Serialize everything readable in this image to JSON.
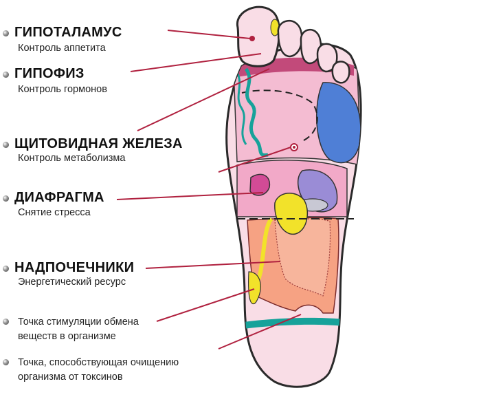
{
  "labels": [
    {
      "title": "ГИПОТАЛАМУС",
      "subtitle": "Контроль аппетита"
    },
    {
      "title": "ГИПОФИЗ",
      "subtitle": "Контроль гормонов"
    },
    {
      "title": "ЩИТОВИДНАЯ ЖЕЛЕЗА",
      "subtitle": "Контроль метаболизма"
    },
    {
      "title": "ДИАФРАГМА",
      "subtitle": "Снятие стресса"
    },
    {
      "title": "НАДПОЧЕЧНИКИ",
      "subtitle": "Энергетический ресурс"
    }
  ],
  "notes": [
    {
      "line1": "Точка стимуляции обмена",
      "line2": "веществ в организме"
    },
    {
      "line1": "Точка, способствующая очищению",
      "line2": "организма от токсинов"
    }
  ],
  "colors": {
    "pointer_line": "#b0213f",
    "foot_pink": "#f4bcd2",
    "zone_blue": "#4f7fd6",
    "zone_yellow": "#f2e22a",
    "zone_orange": "#f6a283",
    "zone_teal": "#17a29a"
  }
}
